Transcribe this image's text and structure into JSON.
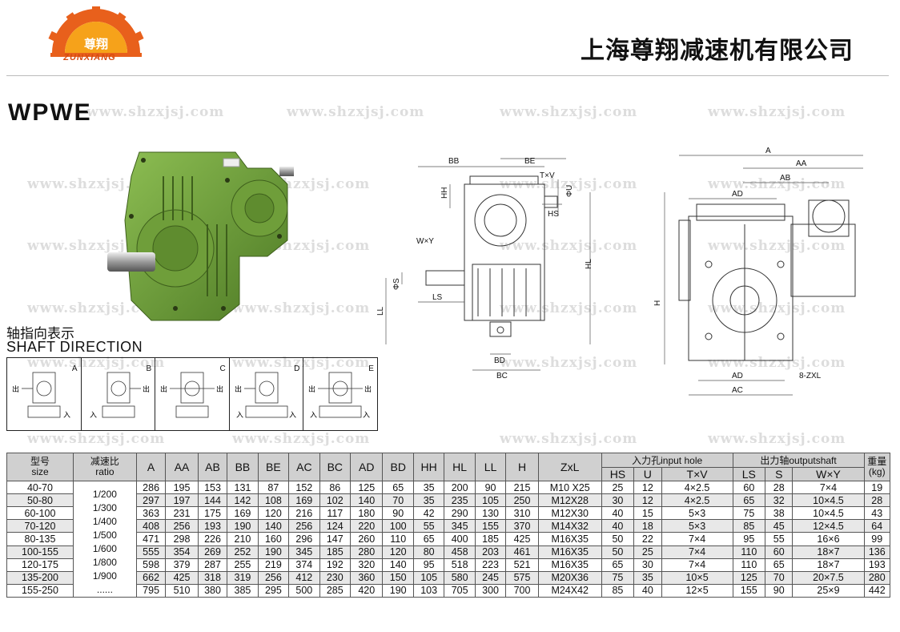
{
  "header": {
    "logo_cn": "尊翔",
    "logo_en": "ZUNXIANG",
    "company": "上海尊翔减速机有限公司"
  },
  "model": "WPWE",
  "watermark": "www.shzxjsj.com",
  "colors": {
    "logo_orange": "#e8601c",
    "housing_green": "#6f9e3a",
    "header_gray": "#d0d0d0"
  },
  "front_view": {
    "dims": [
      "BB",
      "BE",
      "T×V",
      "HH",
      "ΦU",
      "HS",
      "W×Y",
      "ΦS",
      "LS",
      "HL",
      "LL",
      "BD",
      "BC"
    ]
  },
  "side_view": {
    "dims": [
      "A",
      "AA",
      "AB",
      "AD",
      "H",
      "AD",
      "AC",
      "8-ZXL"
    ]
  },
  "shaft_direction": {
    "title_cn": "轴指向表示",
    "title_en": "SHAFT DIRECTION",
    "in_label": "入",
    "out_label": "出",
    "variants": [
      "A",
      "B",
      "C",
      "D",
      "E"
    ]
  },
  "table": {
    "headers": {
      "size_cn": "型号",
      "size_en": "size",
      "ratio_cn": "减速比",
      "ratio_en": "ratio",
      "dims": [
        "A",
        "AA",
        "AB",
        "BB",
        "BE",
        "AC",
        "BC",
        "AD",
        "BD",
        "HH",
        "HL",
        "LL",
        "H",
        "ZxL"
      ],
      "input_group": "入力孔input hole",
      "input": [
        "HS",
        "U",
        "T×V"
      ],
      "output_group": "出力轴outputshaft",
      "output": [
        "LS",
        "S",
        "W×Y"
      ],
      "weight_cn": "重量",
      "weight_en": "(kg)"
    },
    "ratios": [
      "1/200",
      "1/300",
      "1/400",
      "1/500",
      "1/600",
      "1/800",
      "1/900",
      "......"
    ],
    "rows": [
      [
        "40-70",
        "286",
        "195",
        "153",
        "131",
        "87",
        "152",
        "86",
        "125",
        "65",
        "35",
        "200",
        "90",
        "215",
        "M10 X25",
        "25",
        "12",
        "4×2.5",
        "60",
        "28",
        "7×4",
        "19"
      ],
      [
        "50-80",
        "297",
        "197",
        "144",
        "142",
        "108",
        "169",
        "102",
        "140",
        "70",
        "35",
        "235",
        "105",
        "250",
        "M12X28",
        "30",
        "12",
        "4×2.5",
        "65",
        "32",
        "10×4.5",
        "28"
      ],
      [
        "60-100",
        "363",
        "231",
        "175",
        "169",
        "120",
        "216",
        "117",
        "180",
        "90",
        "42",
        "290",
        "130",
        "310",
        "M12X30",
        "40",
        "15",
        "5×3",
        "75",
        "38",
        "10×4.5",
        "43"
      ],
      [
        "70-120",
        "408",
        "256",
        "193",
        "190",
        "140",
        "256",
        "124",
        "220",
        "100",
        "55",
        "345",
        "155",
        "370",
        "M14X32",
        "40",
        "18",
        "5×3",
        "85",
        "45",
        "12×4.5",
        "64"
      ],
      [
        "80-135",
        "471",
        "298",
        "226",
        "210",
        "160",
        "296",
        "147",
        "260",
        "110",
        "65",
        "400",
        "185",
        "425",
        "M16X35",
        "50",
        "22",
        "7×4",
        "95",
        "55",
        "16×6",
        "99"
      ],
      [
        "100-155",
        "555",
        "354",
        "269",
        "252",
        "190",
        "345",
        "185",
        "280",
        "120",
        "80",
        "458",
        "203",
        "461",
        "M16X35",
        "50",
        "25",
        "7×4",
        "110",
        "60",
        "18×7",
        "136"
      ],
      [
        "120-175",
        "598",
        "379",
        "287",
        "255",
        "219",
        "374",
        "192",
        "320",
        "140",
        "95",
        "518",
        "223",
        "521",
        "M16X35",
        "65",
        "30",
        "7×4",
        "110",
        "65",
        "18×7",
        "193"
      ],
      [
        "135-200",
        "662",
        "425",
        "318",
        "319",
        "256",
        "412",
        "230",
        "360",
        "150",
        "105",
        "580",
        "245",
        "575",
        "M20X36",
        "75",
        "35",
        "10×5",
        "125",
        "70",
        "20×7.5",
        "280"
      ],
      [
        "155-250",
        "795",
        "510",
        "380",
        "385",
        "295",
        "500",
        "285",
        "420",
        "190",
        "103",
        "705",
        "300",
        "700",
        "M24X42",
        "85",
        "40",
        "12×5",
        "155",
        "90",
        "25×9",
        "442"
      ]
    ]
  }
}
